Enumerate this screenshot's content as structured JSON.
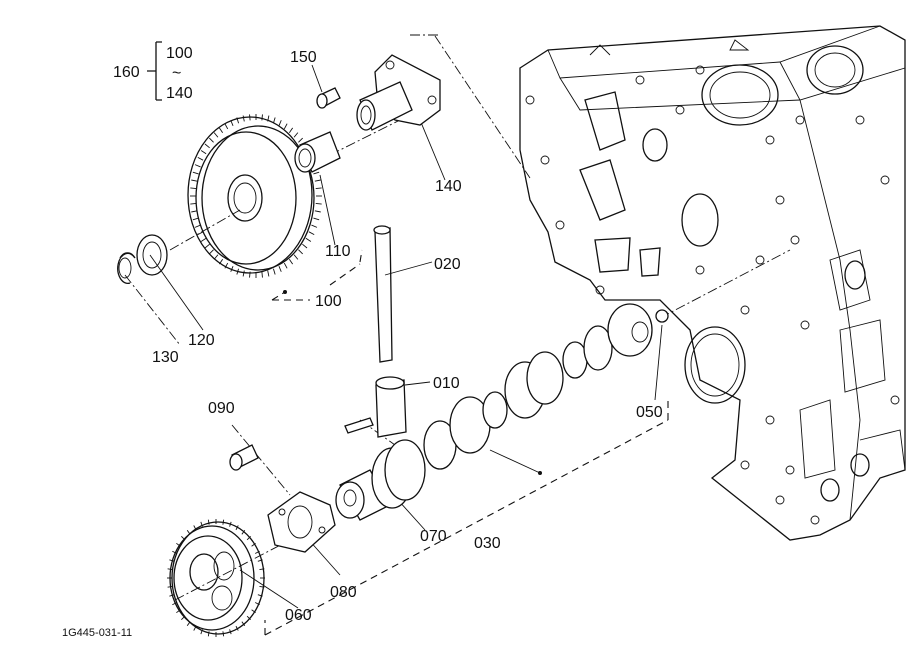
{
  "figure": {
    "reference_code": "1G445-031-11",
    "group_label": {
      "number": "160",
      "range_start": "100",
      "range_separator": "~",
      "range_end": "140"
    },
    "part_labels": [
      {
        "id": "p150",
        "text": "150"
      },
      {
        "id": "p140",
        "text": "140"
      },
      {
        "id": "p110",
        "text": "110"
      },
      {
        "id": "p100",
        "text": "100"
      },
      {
        "id": "p120",
        "text": "120"
      },
      {
        "id": "p130",
        "text": "130"
      },
      {
        "id": "p020",
        "text": "020"
      },
      {
        "id": "p010",
        "text": "010"
      },
      {
        "id": "p090",
        "text": "090"
      },
      {
        "id": "p050",
        "text": "050"
      },
      {
        "id": "p070",
        "text": "070"
      },
      {
        "id": "p030",
        "text": "030"
      },
      {
        "id": "p080",
        "text": "080"
      },
      {
        "id": "p060",
        "text": "060"
      }
    ]
  }
}
